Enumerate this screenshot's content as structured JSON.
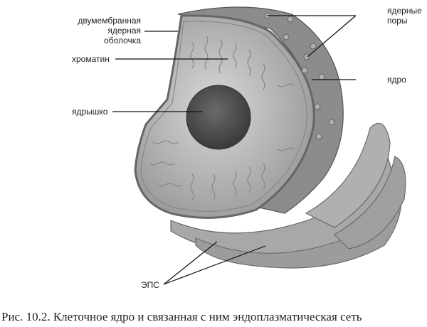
{
  "figure": {
    "caption": "Рис. 10.2.   Клеточное ядро и связанная с ним эндоплазматическая сеть",
    "labels": {
      "envelope": [
        "двумембранная",
        "ядерная",
        "оболочка"
      ],
      "chromatin": "хроматин",
      "nucleolus": "ядрышко",
      "pores": [
        "ядерные",
        "поры"
      ],
      "nucleus": "ядро",
      "er": "ЭПС"
    },
    "colors": {
      "nucleoplasm": "#b8b8b8",
      "nucleolus": "#555555",
      "envelope_surface": "#8c8c8c",
      "er": "#a8a8a8",
      "lines": "#111111"
    }
  }
}
